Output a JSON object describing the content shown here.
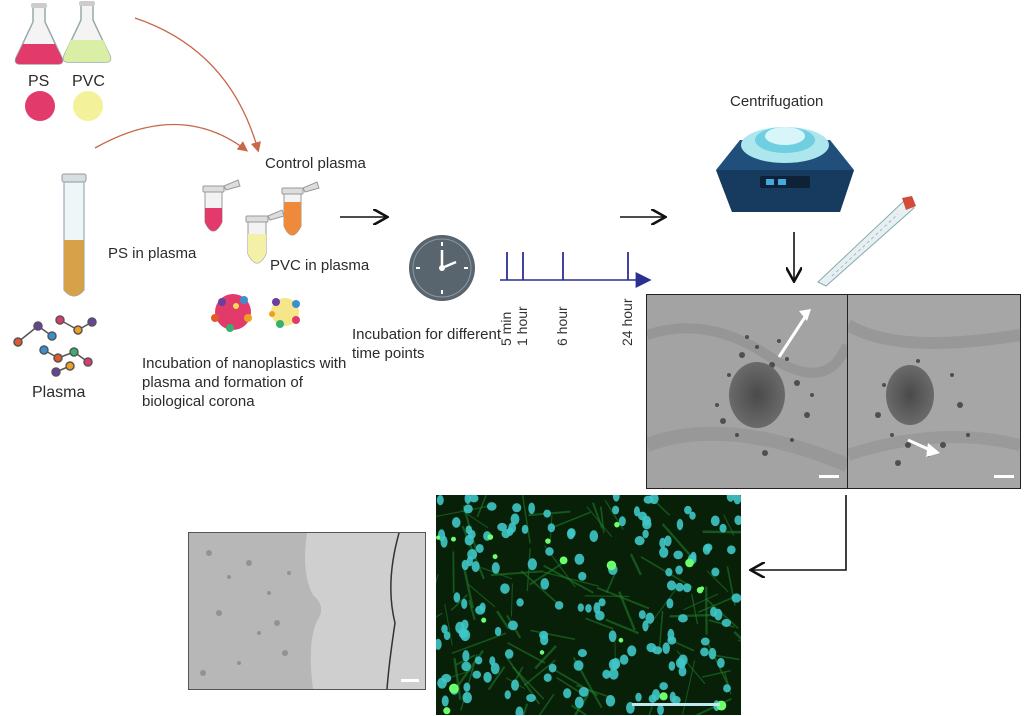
{
  "nanoplastics": {
    "ps_label": "PS",
    "pvc_label": "PVC",
    "ps_color": "#e23b6b",
    "pvc_color": "#f3f29a"
  },
  "plasma_label": "Plasma",
  "control_plasma_label": "Control plasma",
  "ps_in_plasma_label": "PS in plasma",
  "pvc_in_plasma_label": "PVC in plasma",
  "corona_caption": "Incubation of nanoplastics with plasma and formation of biological corona",
  "incubation_caption": "Incubation for different time points",
  "timeline": {
    "color": "#2b2f8f",
    "points": [
      {
        "label": "5 min",
        "hours": 0.083
      },
      {
        "label": "1 hour",
        "hours": 1
      },
      {
        "label": "6 hour",
        "hours": 6
      },
      {
        "label": "24 hour",
        "hours": 24
      }
    ]
  },
  "centrifugation_label": "Centrifugation",
  "icons": [
    "flask-icon",
    "test-tube-icon",
    "clock-icon",
    "centrifuge-icon",
    "pipette-icon"
  ],
  "colors": {
    "accent_arrow": "#c8674a",
    "fluorescence_nuclei": "#3fc6c8",
    "fluorescence_actin": "#1f7a2a"
  }
}
